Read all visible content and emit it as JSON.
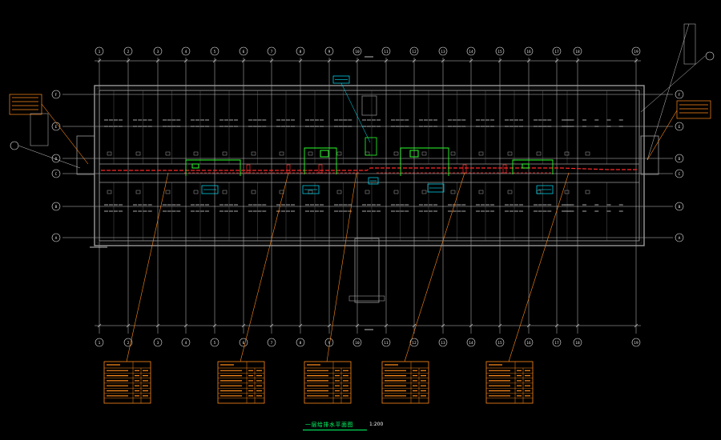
{
  "drawing": {
    "title": "一层给排水平面图",
    "scale": "1:200"
  },
  "colors": {
    "background": "#000000",
    "grid": "#c8c8c8",
    "wall": "#9a9a9a",
    "bubble": "#e6e6e6",
    "callout": "#ff8a1a",
    "pipe_red": "#ff2a2a",
    "pipe_green": "#2aff2a",
    "tag_cyan": "#00e5ff",
    "title": "#00ff66"
  },
  "grid_labels": {
    "columns": [
      "1",
      "2",
      "3",
      "4",
      "5",
      "6",
      "7",
      "8",
      "9",
      "10",
      "11",
      "12",
      "13",
      "14",
      "15",
      "16",
      "17",
      "18",
      "19"
    ],
    "rows": [
      "F",
      "E",
      "D",
      "C",
      "B",
      "A"
    ]
  },
  "legend_tables": {
    "count": 5
  }
}
